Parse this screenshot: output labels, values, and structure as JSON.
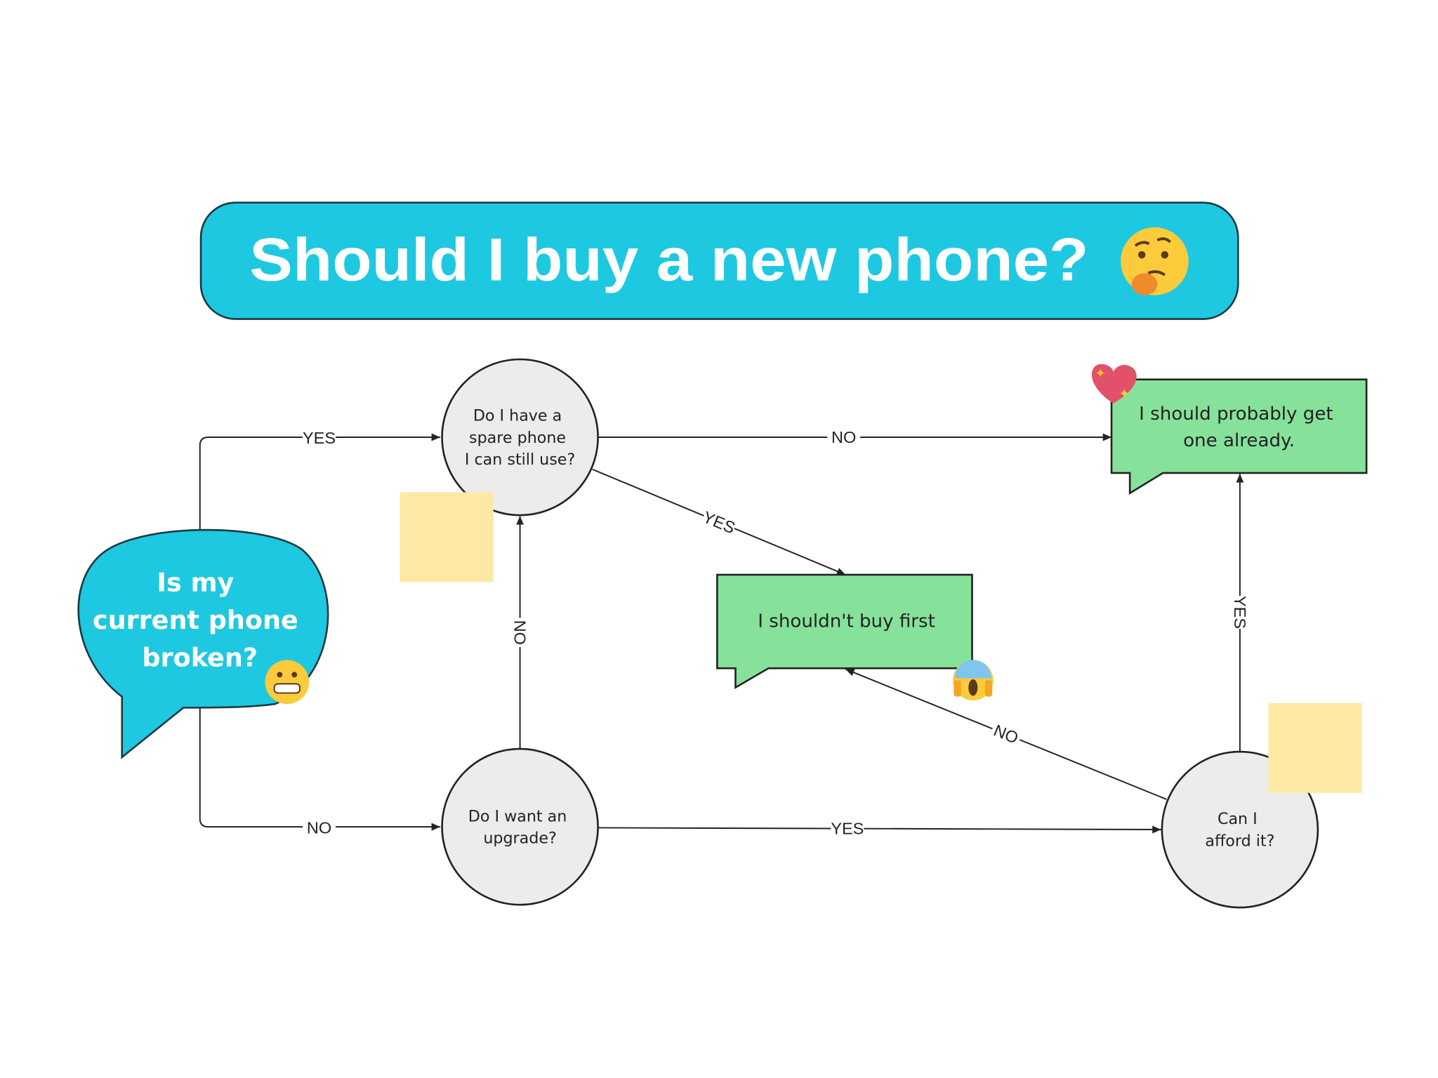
{
  "title": {
    "text": "Should I buy a new phone?",
    "emoji": "thinking-face",
    "color": "#1ec8e0"
  },
  "start": {
    "lines": [
      "Is my",
      "current phone",
      "broken?"
    ],
    "emoji": "grimacing-face",
    "color": "#1ec8e0"
  },
  "nodes": {
    "spare": {
      "lines": [
        "Do I have a",
        "spare phone",
        "I can still use?"
      ]
    },
    "upgrade": {
      "lines": [
        "Do I want an",
        "upgrade?"
      ]
    },
    "afford": {
      "lines": [
        "Can I",
        "afford it?"
      ]
    }
  },
  "outcomes": {
    "buy": {
      "lines": [
        "I should probably get",
        "one already."
      ],
      "emoji": "sparkling-heart"
    },
    "dont": {
      "lines": [
        "I shouldn't buy first"
      ],
      "emoji": "screaming-face"
    }
  },
  "edges": {
    "broken_yes": "YES",
    "broken_no": "NO",
    "spare_no": "NO",
    "spare_yes": "YES",
    "upgrade_no": "NO",
    "upgrade_yes": "YES",
    "afford_yes": "YES",
    "afford_no": "NO"
  },
  "colors": {
    "outcome": "#86e29b",
    "node": "#ececec",
    "sticky": "#fde9a3"
  }
}
